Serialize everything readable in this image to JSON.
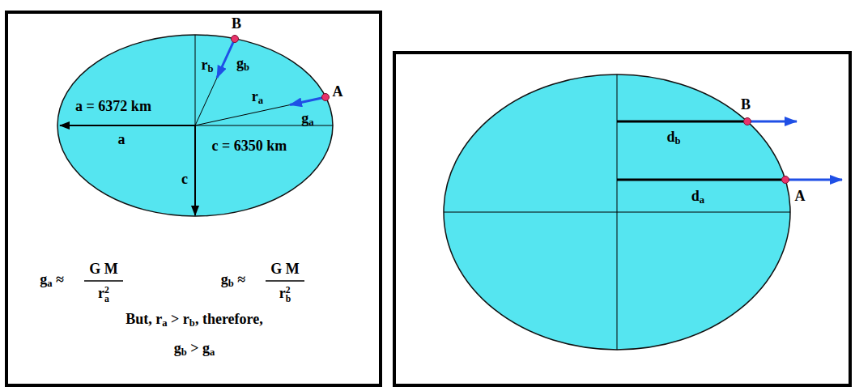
{
  "diagram": {
    "labels": [
      "B",
      "gb",
      "rb",
      "ra",
      "A",
      "ga",
      "a = 6372 km",
      "a",
      "c = 6350 km",
      "c",
      "ga ≈",
      "G M",
      "ra2",
      "gb ≈",
      "G M",
      "rb2",
      "But, ra > rb, therefore,",
      "gb > ga",
      "B",
      "db",
      "da",
      "A"
    ]
  }
}
